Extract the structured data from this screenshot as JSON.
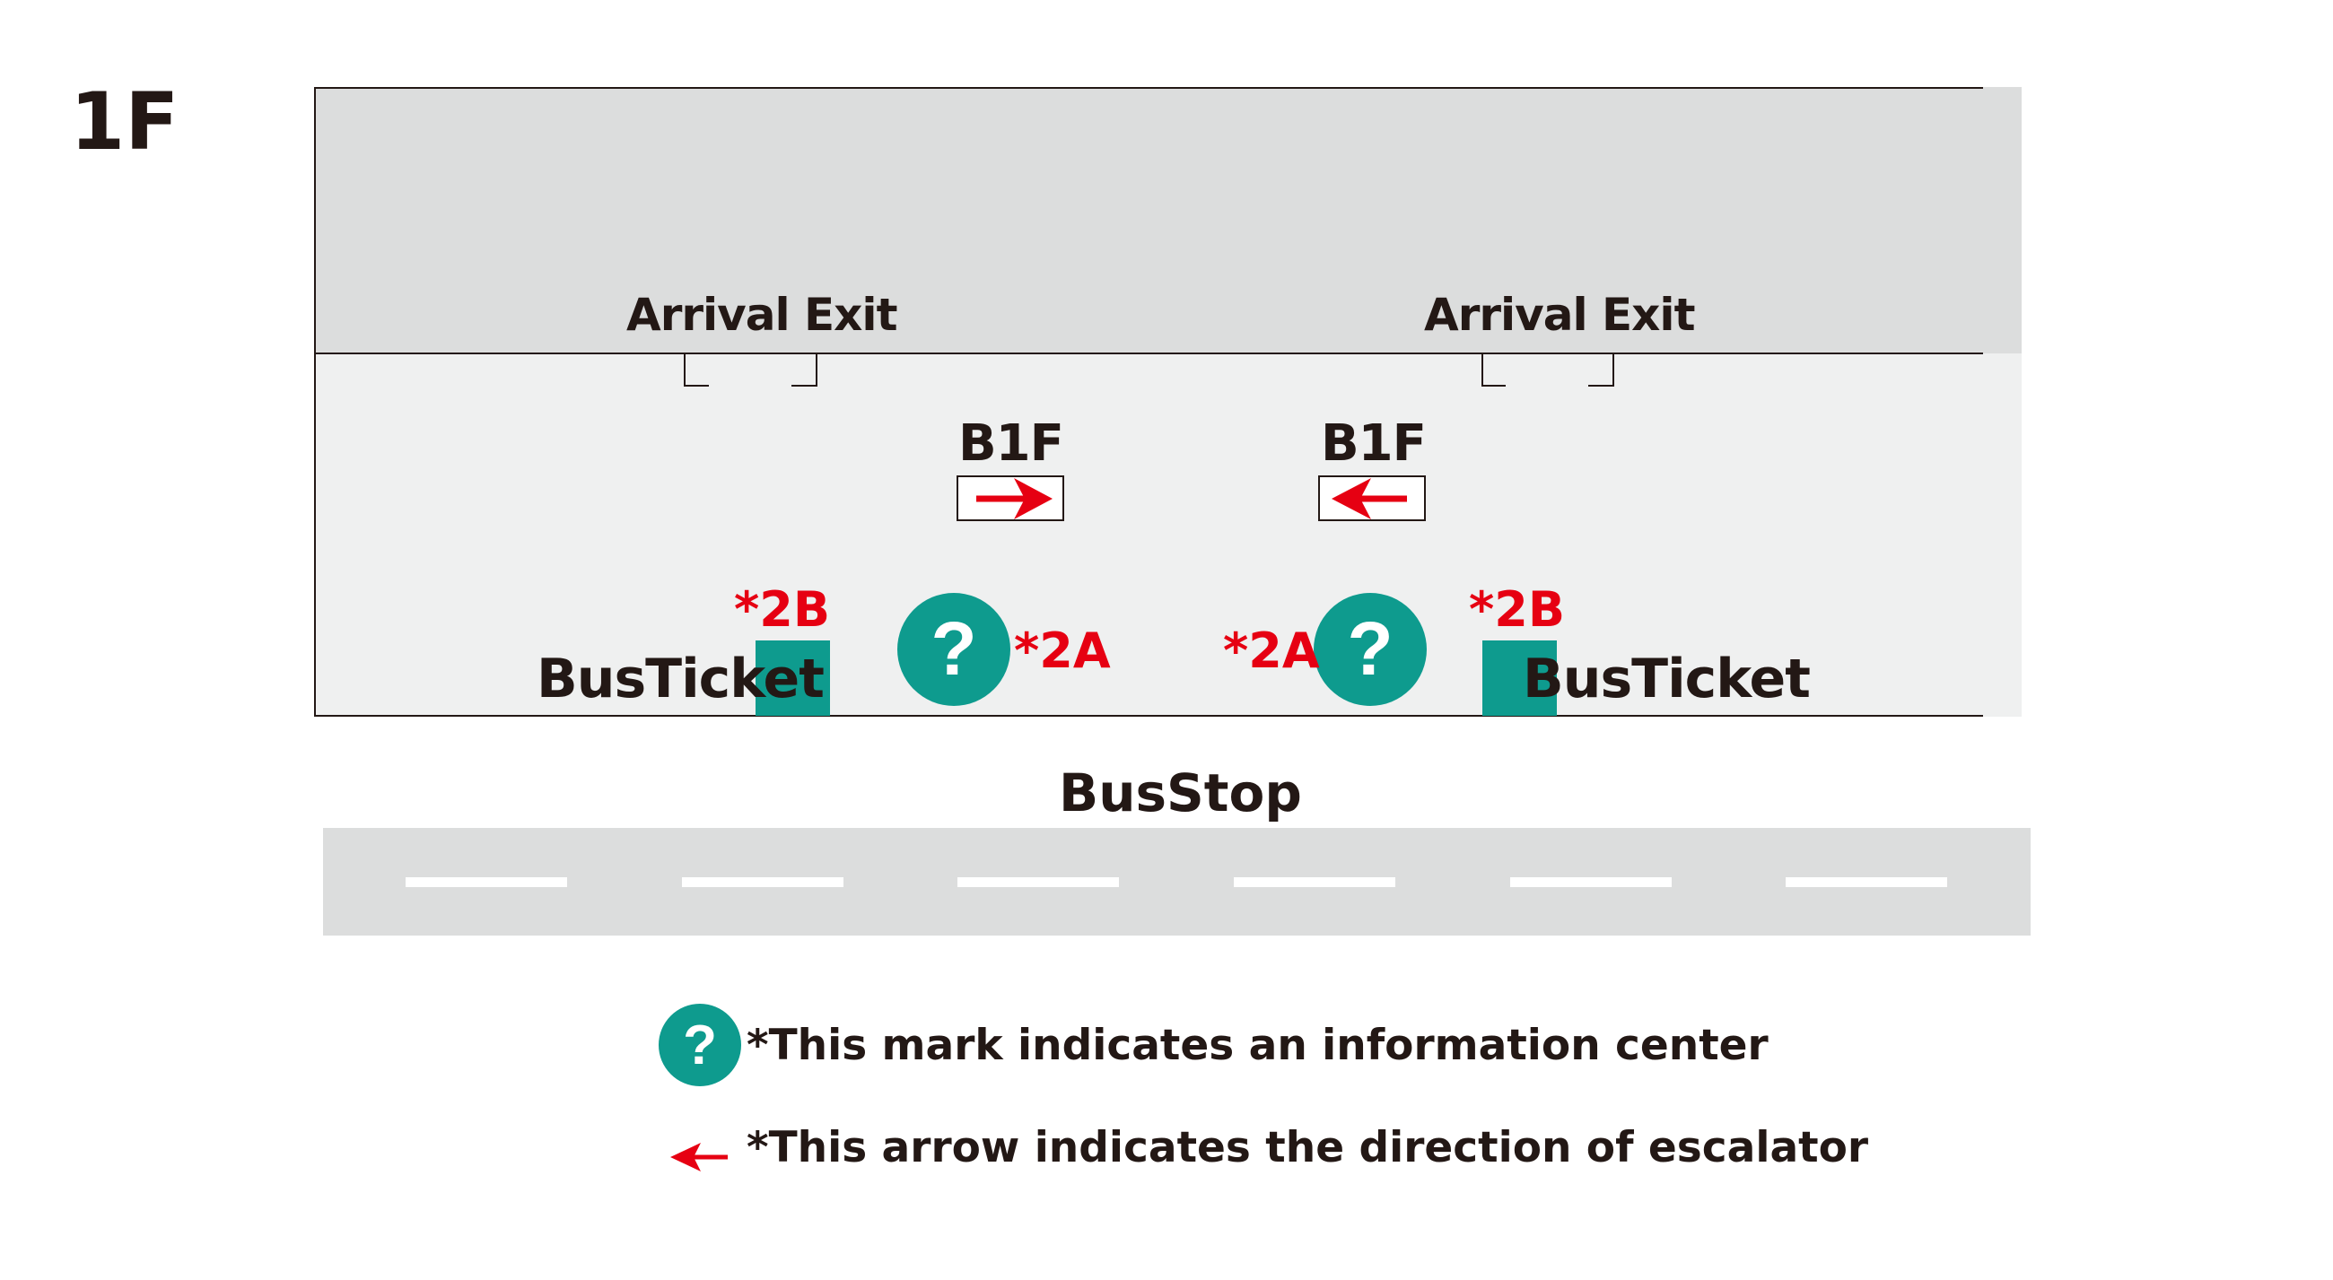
{
  "floor_label": "1F",
  "arrival_exits": [
    {
      "label": "Arrival Exit"
    },
    {
      "label": "Arrival Exit"
    }
  ],
  "escalators": [
    {
      "label": "B1F",
      "direction": "right"
    },
    {
      "label": "B1F",
      "direction": "left"
    }
  ],
  "info_centers": [
    {
      "code": "*2A",
      "icon": "question-mark-icon"
    },
    {
      "code": "*2A",
      "icon": "question-mark-icon"
    }
  ],
  "bus_tickets": [
    {
      "label": "BusTicket",
      "code": "*2B"
    },
    {
      "label": "BusTicket",
      "code": "*2B"
    }
  ],
  "bus_stop_label": "BusStop",
  "legend": {
    "info_text": "*This mark indicates an information center",
    "arrow_text": "*This arrow indicates the direction of escalator"
  },
  "colors": {
    "upper_zone": "#dcdddd",
    "lower_zone": "#eff0f0",
    "accent_teal": "#0e9b8e",
    "arrow_red": "#e60012",
    "text_dark": "#231815",
    "road": "#dcdddd"
  }
}
